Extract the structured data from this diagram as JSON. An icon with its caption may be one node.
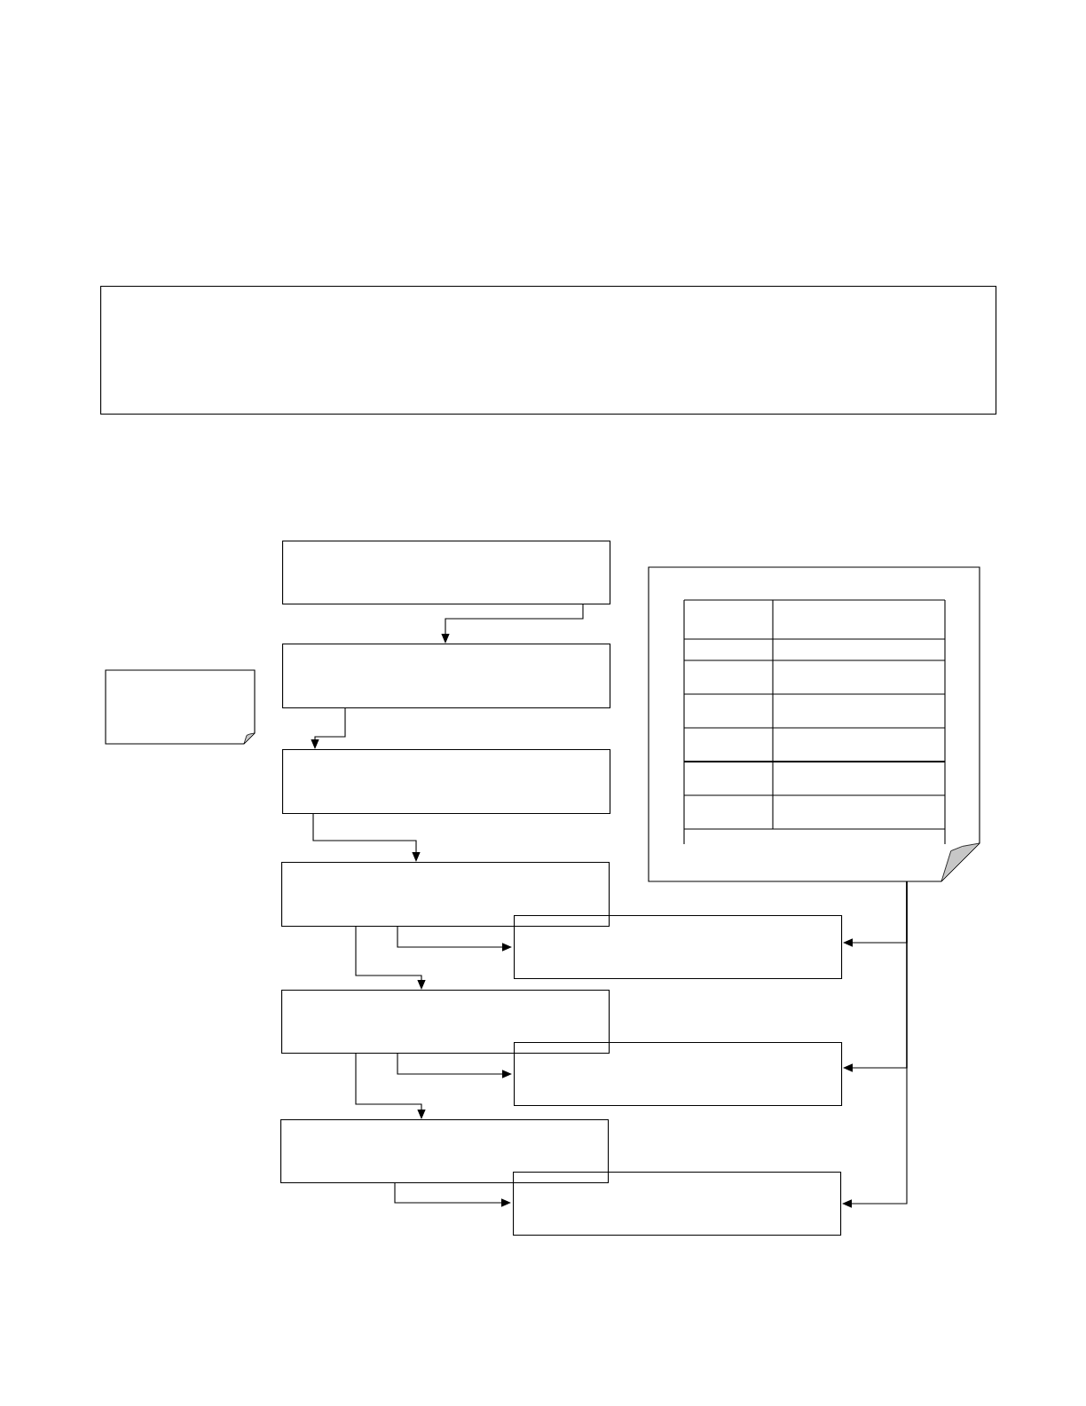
{
  "diagram": {
    "nodes": [
      {
        "text": [],
        "shape": "box"
      },
      {
        "text": [],
        "shape": "box"
      },
      {
        "text": [],
        "shape": "box"
      },
      {
        "text": [],
        "shape": "box"
      },
      {
        "text": [],
        "shape": "box"
      },
      {
        "text": [],
        "shape": "box"
      },
      {
        "text": [],
        "shape": "box"
      },
      {
        "text": [],
        "shape": "box"
      },
      {
        "text": [],
        "shape": "box"
      },
      {
        "text": [],
        "shape": "box"
      },
      {
        "text": [],
        "shape": "note"
      },
      {
        "text": [],
        "shape": "note"
      }
    ],
    "edges": [
      {
        "from": 1,
        "to": 2,
        "arrow": "to"
      },
      {
        "from": 2,
        "to": 3,
        "arrow": "to"
      },
      {
        "from": 3,
        "to": 4,
        "arrow": "to"
      },
      {
        "from": 4,
        "to": 7,
        "arrow": "to"
      },
      {
        "from": 4,
        "to": 5,
        "arrow": "to"
      },
      {
        "from": 5,
        "to": 8,
        "arrow": "to"
      },
      {
        "from": 5,
        "to": 6,
        "arrow": "to"
      },
      {
        "from": 6,
        "to": 9,
        "arrow": "to"
      },
      {
        "from": 11,
        "to": 7,
        "arrow": "to"
      },
      {
        "from": 11,
        "to": 8,
        "arrow": "to"
      },
      {
        "from": 11,
        "to": 9,
        "arrow": "to"
      }
    ]
  }
}
